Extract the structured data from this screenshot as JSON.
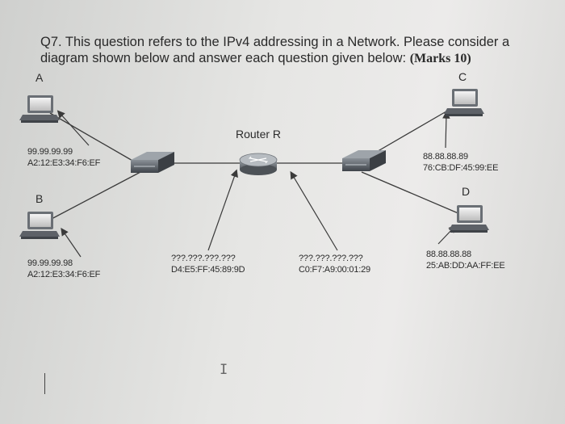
{
  "question": {
    "text": "Q7. This question refers to the IPv4 addressing in a Network. Please consider a diagram shown below and answer each question given below:",
    "marks": "(Marks 10)"
  },
  "hosts": {
    "A": {
      "letter": "A",
      "ip": "99.99.99.99",
      "mac": "A2:12:E3:34:F6:EF"
    },
    "B": {
      "letter": "B",
      "ip": "99.99.99.98",
      "mac": "A2:12:E3:34:F6:EF"
    },
    "C": {
      "letter": "C",
      "ip": "88.88.88.89",
      "mac": "76:CB:DF:45:99:EE"
    },
    "D": {
      "letter": "D",
      "ip": "88.88.88.88",
      "mac": "25:AB:DD:AA:FF:EE"
    }
  },
  "router": {
    "label": "Router R",
    "left_interface": {
      "ip": "???.???.???.???",
      "mac": "D4:E5:FF:45:89:9D"
    },
    "right_interface": {
      "ip": "???.???.???.???",
      "mac": "C0:F7:A9:00:01:29"
    }
  },
  "colors": {
    "line": "#3a3a3a",
    "device": "#555a60",
    "text": "#2a2a2a"
  }
}
